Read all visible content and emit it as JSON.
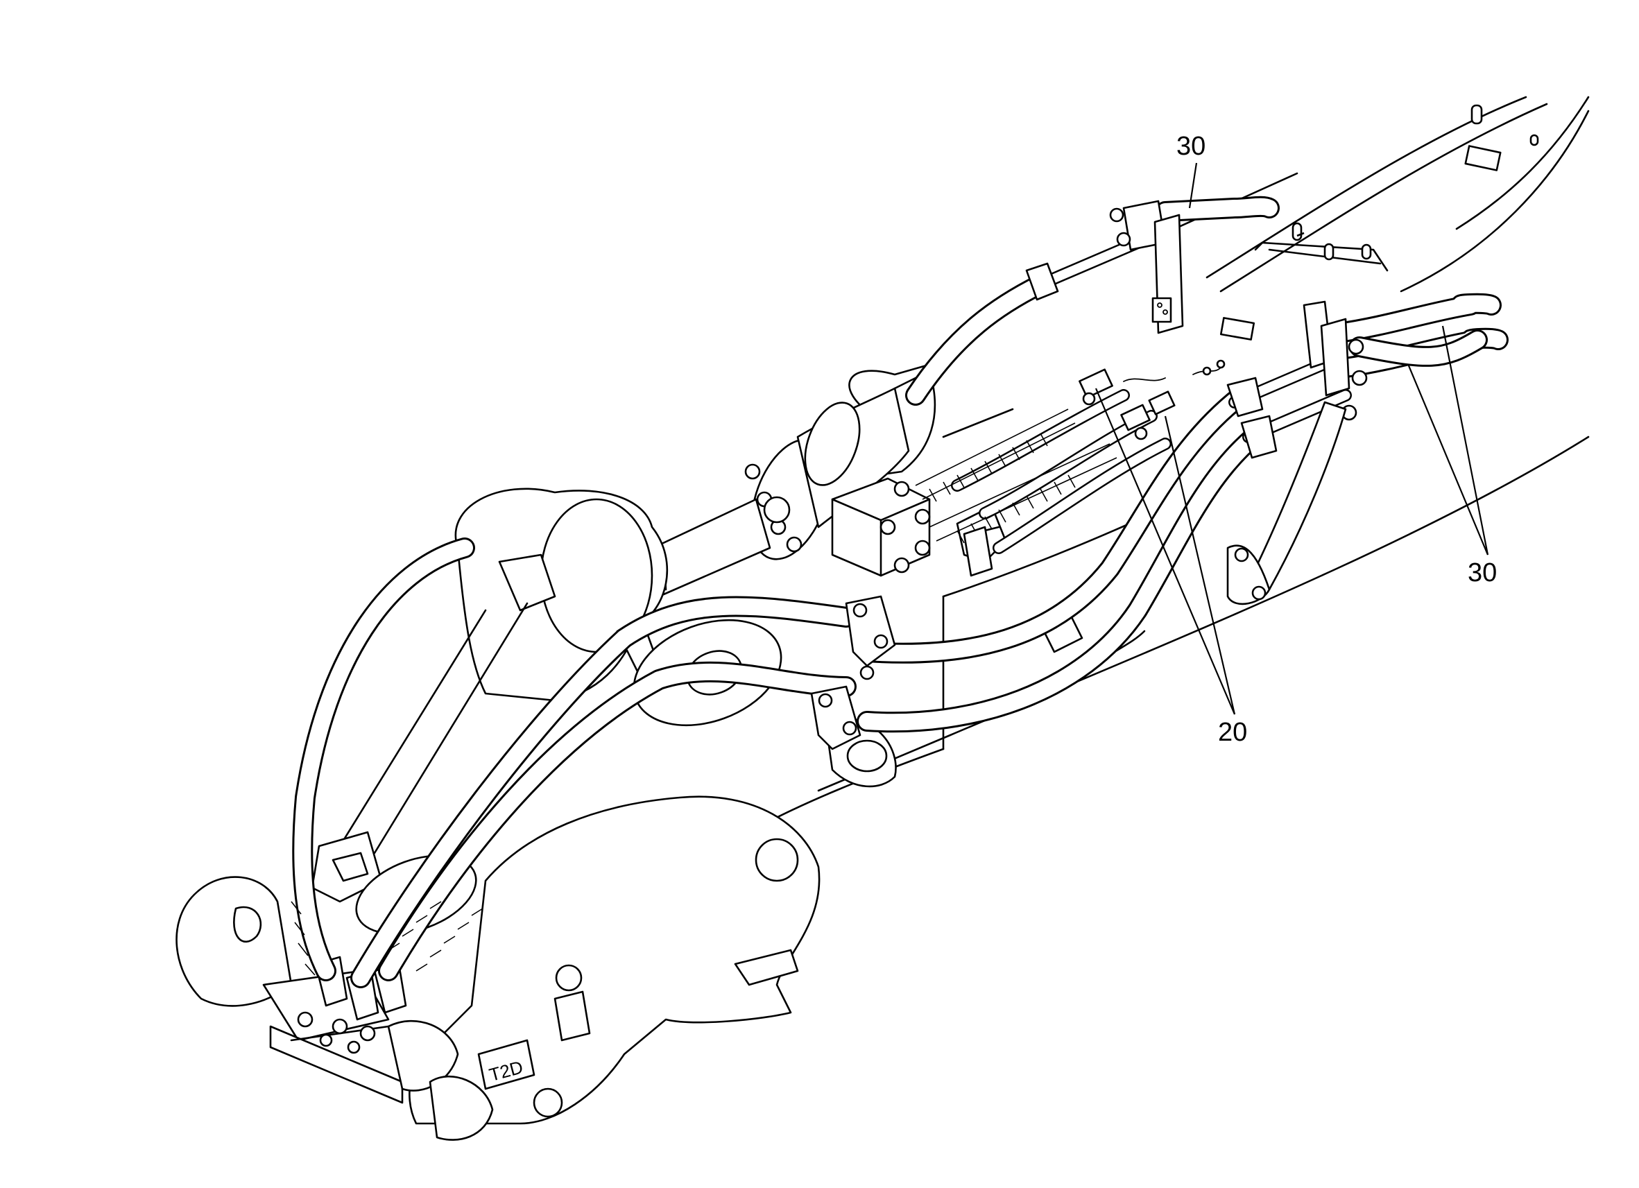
{
  "callouts": {
    "c30_top": "30",
    "c30_right": "30",
    "c20": "20"
  },
  "plate_marking": "T2D",
  "colors": {
    "line": "#000000",
    "background": "#ffffff"
  }
}
